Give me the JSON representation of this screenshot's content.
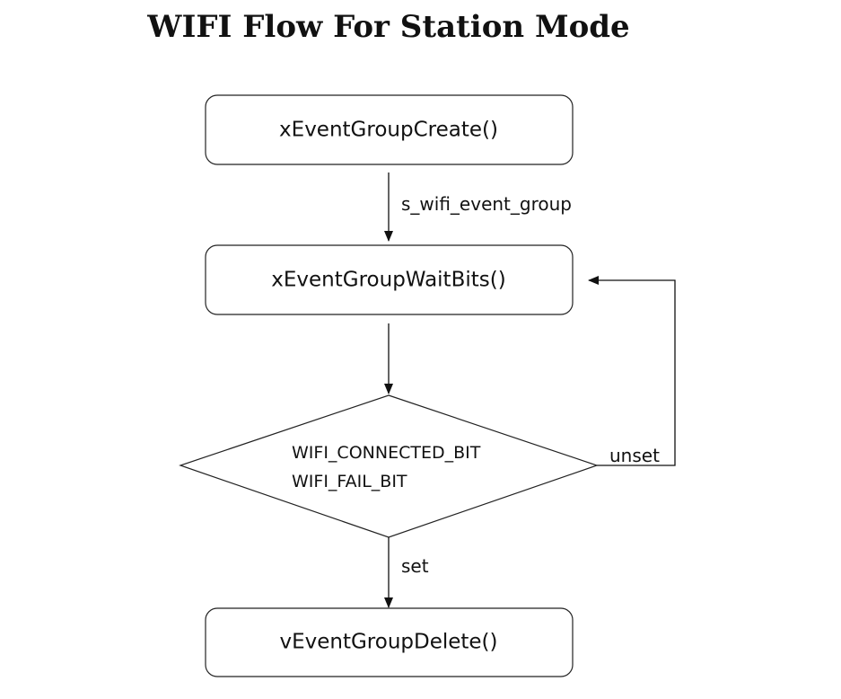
{
  "title": "WIFI Flow For Station Mode",
  "nodes": {
    "create": "xEventGroupCreate()",
    "wait": "xEventGroupWaitBits()",
    "decision": {
      "line1": "WIFI_CONNECTED_BIT",
      "line2": "WIFI_FAIL_BIT"
    },
    "delete": "vEventGroupDelete()"
  },
  "edges": {
    "create_to_wait": "s_wifi_event_group",
    "decision_set": "set",
    "decision_unset": "unset"
  },
  "colors": {
    "edge_label_accent": "#7a4a1c",
    "stroke": "#222222",
    "text": "#111111"
  }
}
